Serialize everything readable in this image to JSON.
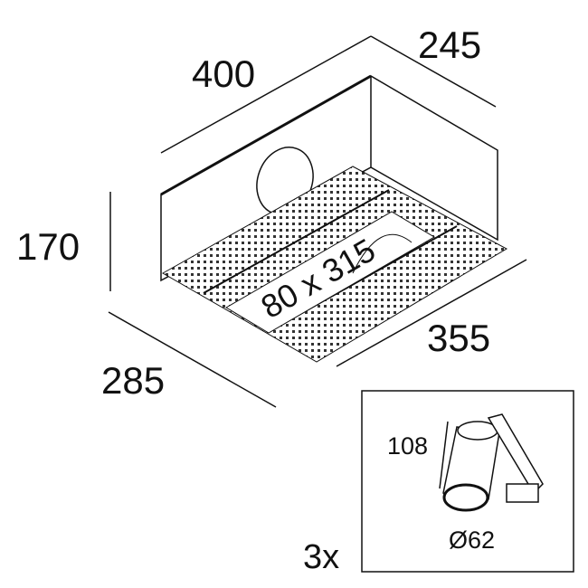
{
  "dimensions": {
    "width": "400",
    "depth": "245",
    "height": "170",
    "front_depth": "285",
    "front_width": "355",
    "cutout": "80 x 315"
  },
  "inset": {
    "length": "108",
    "diameter": "Ø62",
    "quantity": "3x"
  }
}
